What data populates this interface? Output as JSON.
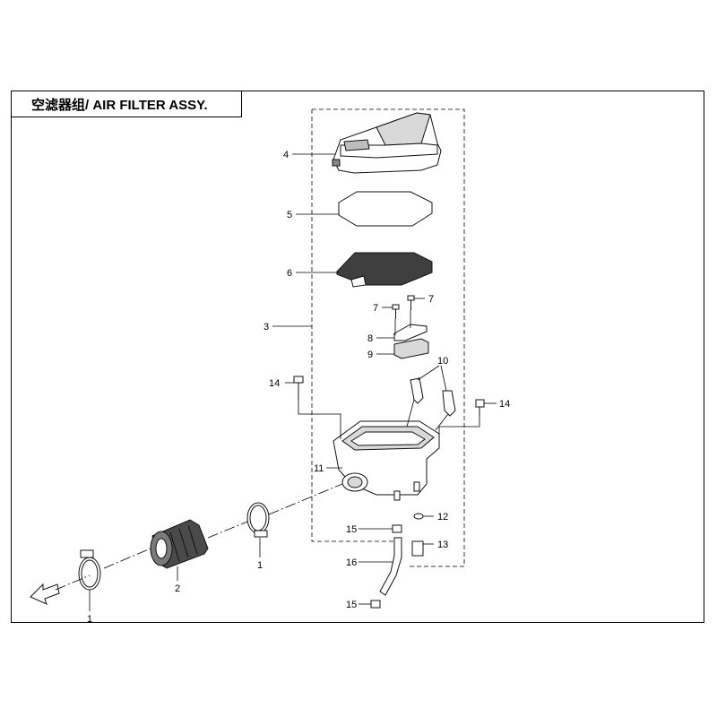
{
  "title": "空滤器组/ AIR FILTER ASSY.",
  "callouts": [
    {
      "id": "c4",
      "label": "4"
    },
    {
      "id": "c5",
      "label": "5"
    },
    {
      "id": "c6",
      "label": "6"
    },
    {
      "id": "c3",
      "label": "3"
    },
    {
      "id": "c7a",
      "label": "7"
    },
    {
      "id": "c7b",
      "label": "7"
    },
    {
      "id": "c8",
      "label": "8"
    },
    {
      "id": "c9",
      "label": "9"
    },
    {
      "id": "c10",
      "label": "10"
    },
    {
      "id": "c14a",
      "label": "14"
    },
    {
      "id": "c14b",
      "label": "14"
    },
    {
      "id": "c11",
      "label": "11"
    },
    {
      "id": "c12",
      "label": "12"
    },
    {
      "id": "c13",
      "label": "13"
    },
    {
      "id": "c15a",
      "label": "15"
    },
    {
      "id": "c16",
      "label": "16"
    },
    {
      "id": "c15b",
      "label": "15"
    },
    {
      "id": "c1a",
      "label": "1"
    },
    {
      "id": "c2",
      "label": "2"
    },
    {
      "id": "c1b",
      "label": "1"
    }
  ],
  "colors": {
    "line": "#000000",
    "fill_light": "#ffffff",
    "fill_grey": "#d9d9d9",
    "fill_dark": "#4a4a4a"
  }
}
